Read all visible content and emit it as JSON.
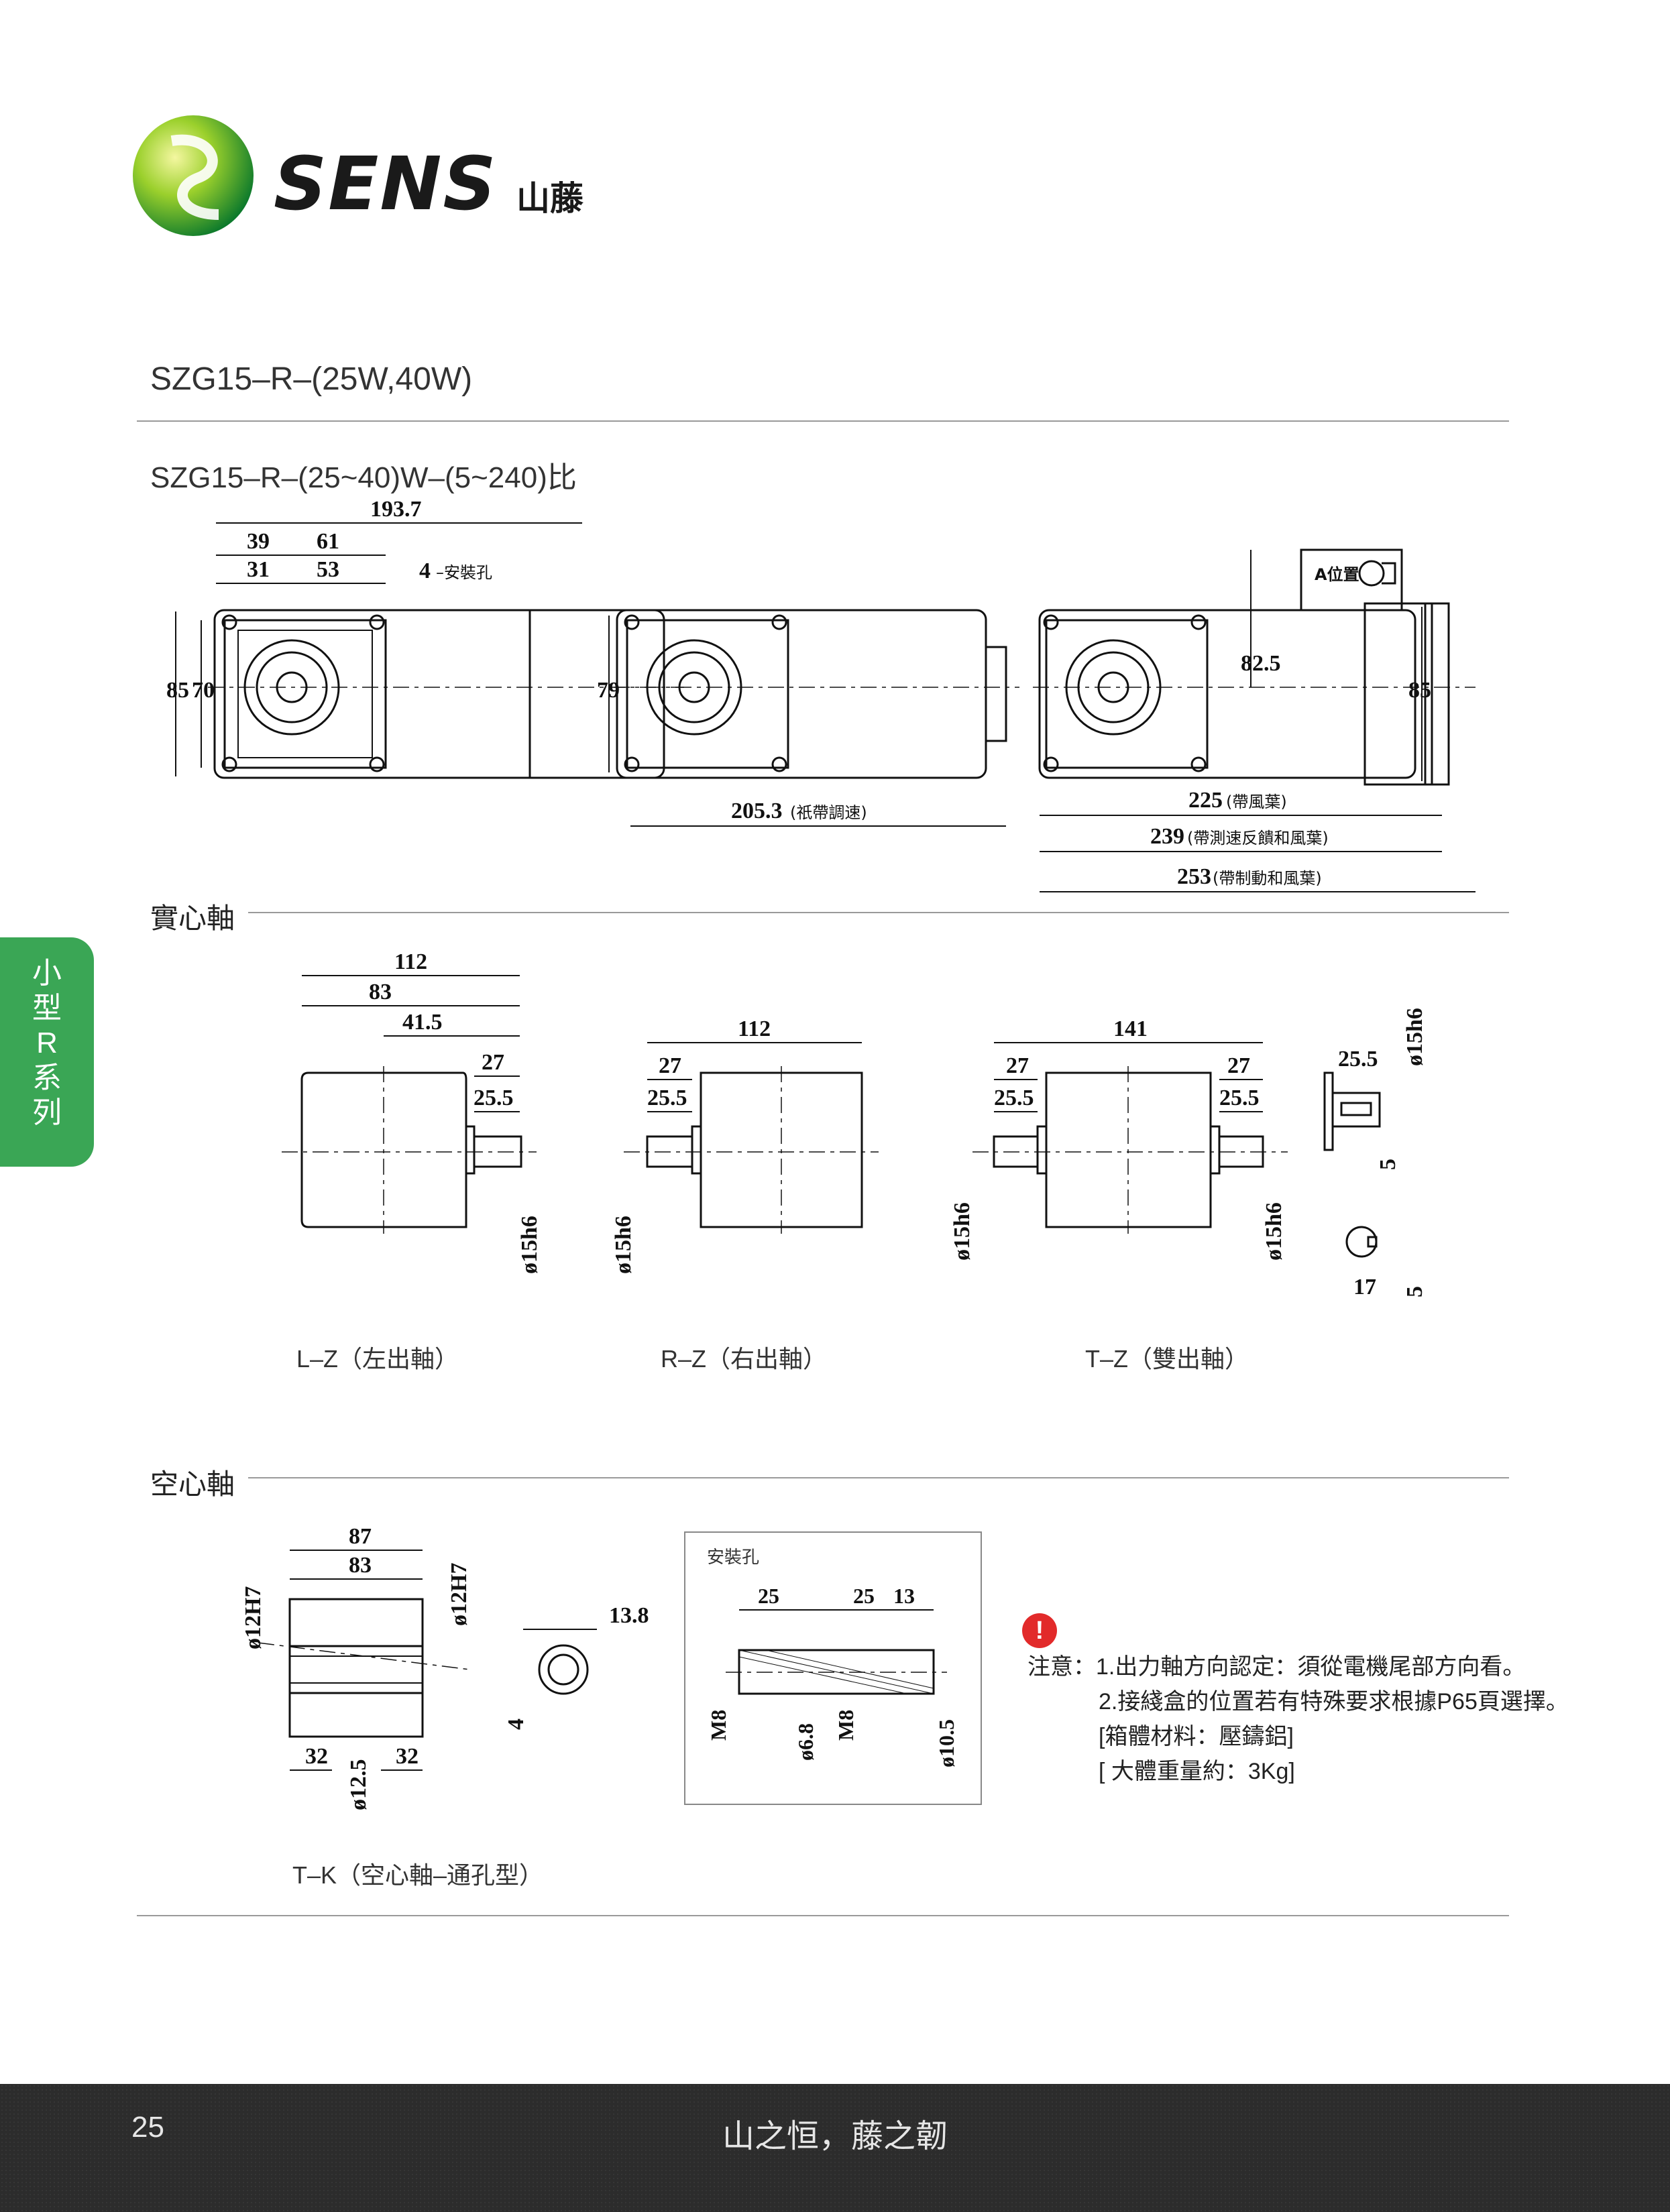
{
  "brand": {
    "name": "SENS",
    "cn_name": "山藤"
  },
  "title": "SZG15–R–(25W,40W)",
  "subtitle": "SZG15–R–(25~40)W–(5~240)比",
  "side_tab": [
    "小",
    "型",
    "R",
    "系",
    "列"
  ],
  "sections": {
    "solid": "實心軸",
    "hollow": "空心軸"
  },
  "top_dims": {
    "d193": "193.7",
    "d39": "39",
    "d61": "61",
    "d31": "31",
    "d53": "53",
    "holes": "4",
    "holes_label": "–安裝孔",
    "d85": "85",
    "d70": "70",
    "d79": "79",
    "d205": "205.3",
    "d205_note": "(祇帶調速)",
    "a_pos": "A位置",
    "d82": "82.5",
    "d85b": "85",
    "d225": "225",
    "d225_note": "(帶風葉)",
    "d239": "239",
    "d239_note": "(帶測速反饋和風葉)",
    "d253": "253",
    "d253_note": "(帶制動和風葉)"
  },
  "solid_dims": {
    "lz_112": "112",
    "lz_83": "83",
    "lz_415": "41.5",
    "lz_27": "27",
    "lz_255": "25.5",
    "lz_dia": "ø15h6",
    "rz_112": "112",
    "rz_27": "27",
    "rz_255": "25.5",
    "rz_dia": "ø15h6",
    "tz_141": "141",
    "tz_27a": "27",
    "tz_255a": "25.5",
    "tz_27b": "27",
    "tz_255b": "25.5",
    "tz_dia_a": "ø15h6",
    "tz_dia_b": "ø15h6",
    "key_255": "25.5",
    "key_dia": "ø15h6",
    "key_5a": "5",
    "key_17": "17",
    "key_5b": "5"
  },
  "captions": {
    "lz": "L–Z（左出軸）",
    "rz": "R–Z（右出軸）",
    "tz": "T–Z（雙出軸）",
    "tk": "T–K（空心軸–通孔型）"
  },
  "hollow_dims": {
    "d87": "87",
    "d83": "83",
    "dia12a": "ø12H7",
    "dia12b": "ø12H7",
    "d32a": "32",
    "d32b": "32",
    "dia125": "ø12.5",
    "d138": "13.8",
    "d4": "4"
  },
  "mount": {
    "label": "安裝孔",
    "d25a": "25",
    "d25b": "25",
    "d13": "13",
    "m8a": "M8",
    "dia68": "ø6.8",
    "m8b": "M8",
    "dia105": "ø10.5"
  },
  "notes": {
    "lead": "注意：",
    "items": [
      "1.出力軸方向認定：須從電機尾部方向看。",
      "2.接綫盒的位置若有特殊要求根據P65頁選擇。",
      "[箱體材料：壓鑄鋁]",
      "[ 大體重量約：3Kg]"
    ]
  },
  "footer": {
    "page": "25",
    "motto": "山之恒，藤之韌"
  },
  "colors": {
    "accent_green": "#3aa655",
    "footer_bg": "#2c2c2c",
    "warn_red": "#e22a2a"
  }
}
